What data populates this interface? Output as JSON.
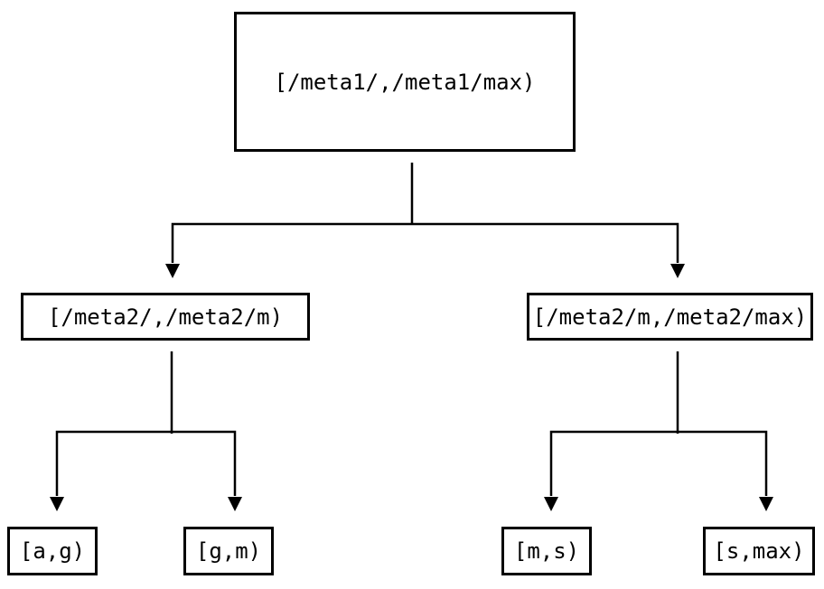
{
  "diagram": {
    "type": "binary-tree",
    "background_color": "#ffffff",
    "line_color": "#000000",
    "text_color": "#000000",
    "nodes": {
      "root": {
        "label": "[/meta1/,/meta1/max)"
      },
      "meta2_left": {
        "label": "[/meta2/,/meta2/m)"
      },
      "meta2_right": {
        "label": "[/meta2/m,/meta2/max)"
      },
      "leaf_ag": {
        "label": "[a,g)"
      },
      "leaf_gm": {
        "label": "[g,m)"
      },
      "leaf_ms": {
        "label": "[m,s)"
      },
      "leaf_smax": {
        "label": "[s,max)"
      }
    },
    "edges": [
      {
        "from": "root",
        "to": "meta2_left"
      },
      {
        "from": "root",
        "to": "meta2_right"
      },
      {
        "from": "meta2_left",
        "to": "leaf_ag"
      },
      {
        "from": "meta2_left",
        "to": "leaf_gm"
      },
      {
        "from": "meta2_right",
        "to": "leaf_ms"
      },
      {
        "from": "meta2_right",
        "to": "leaf_smax"
      }
    ]
  }
}
